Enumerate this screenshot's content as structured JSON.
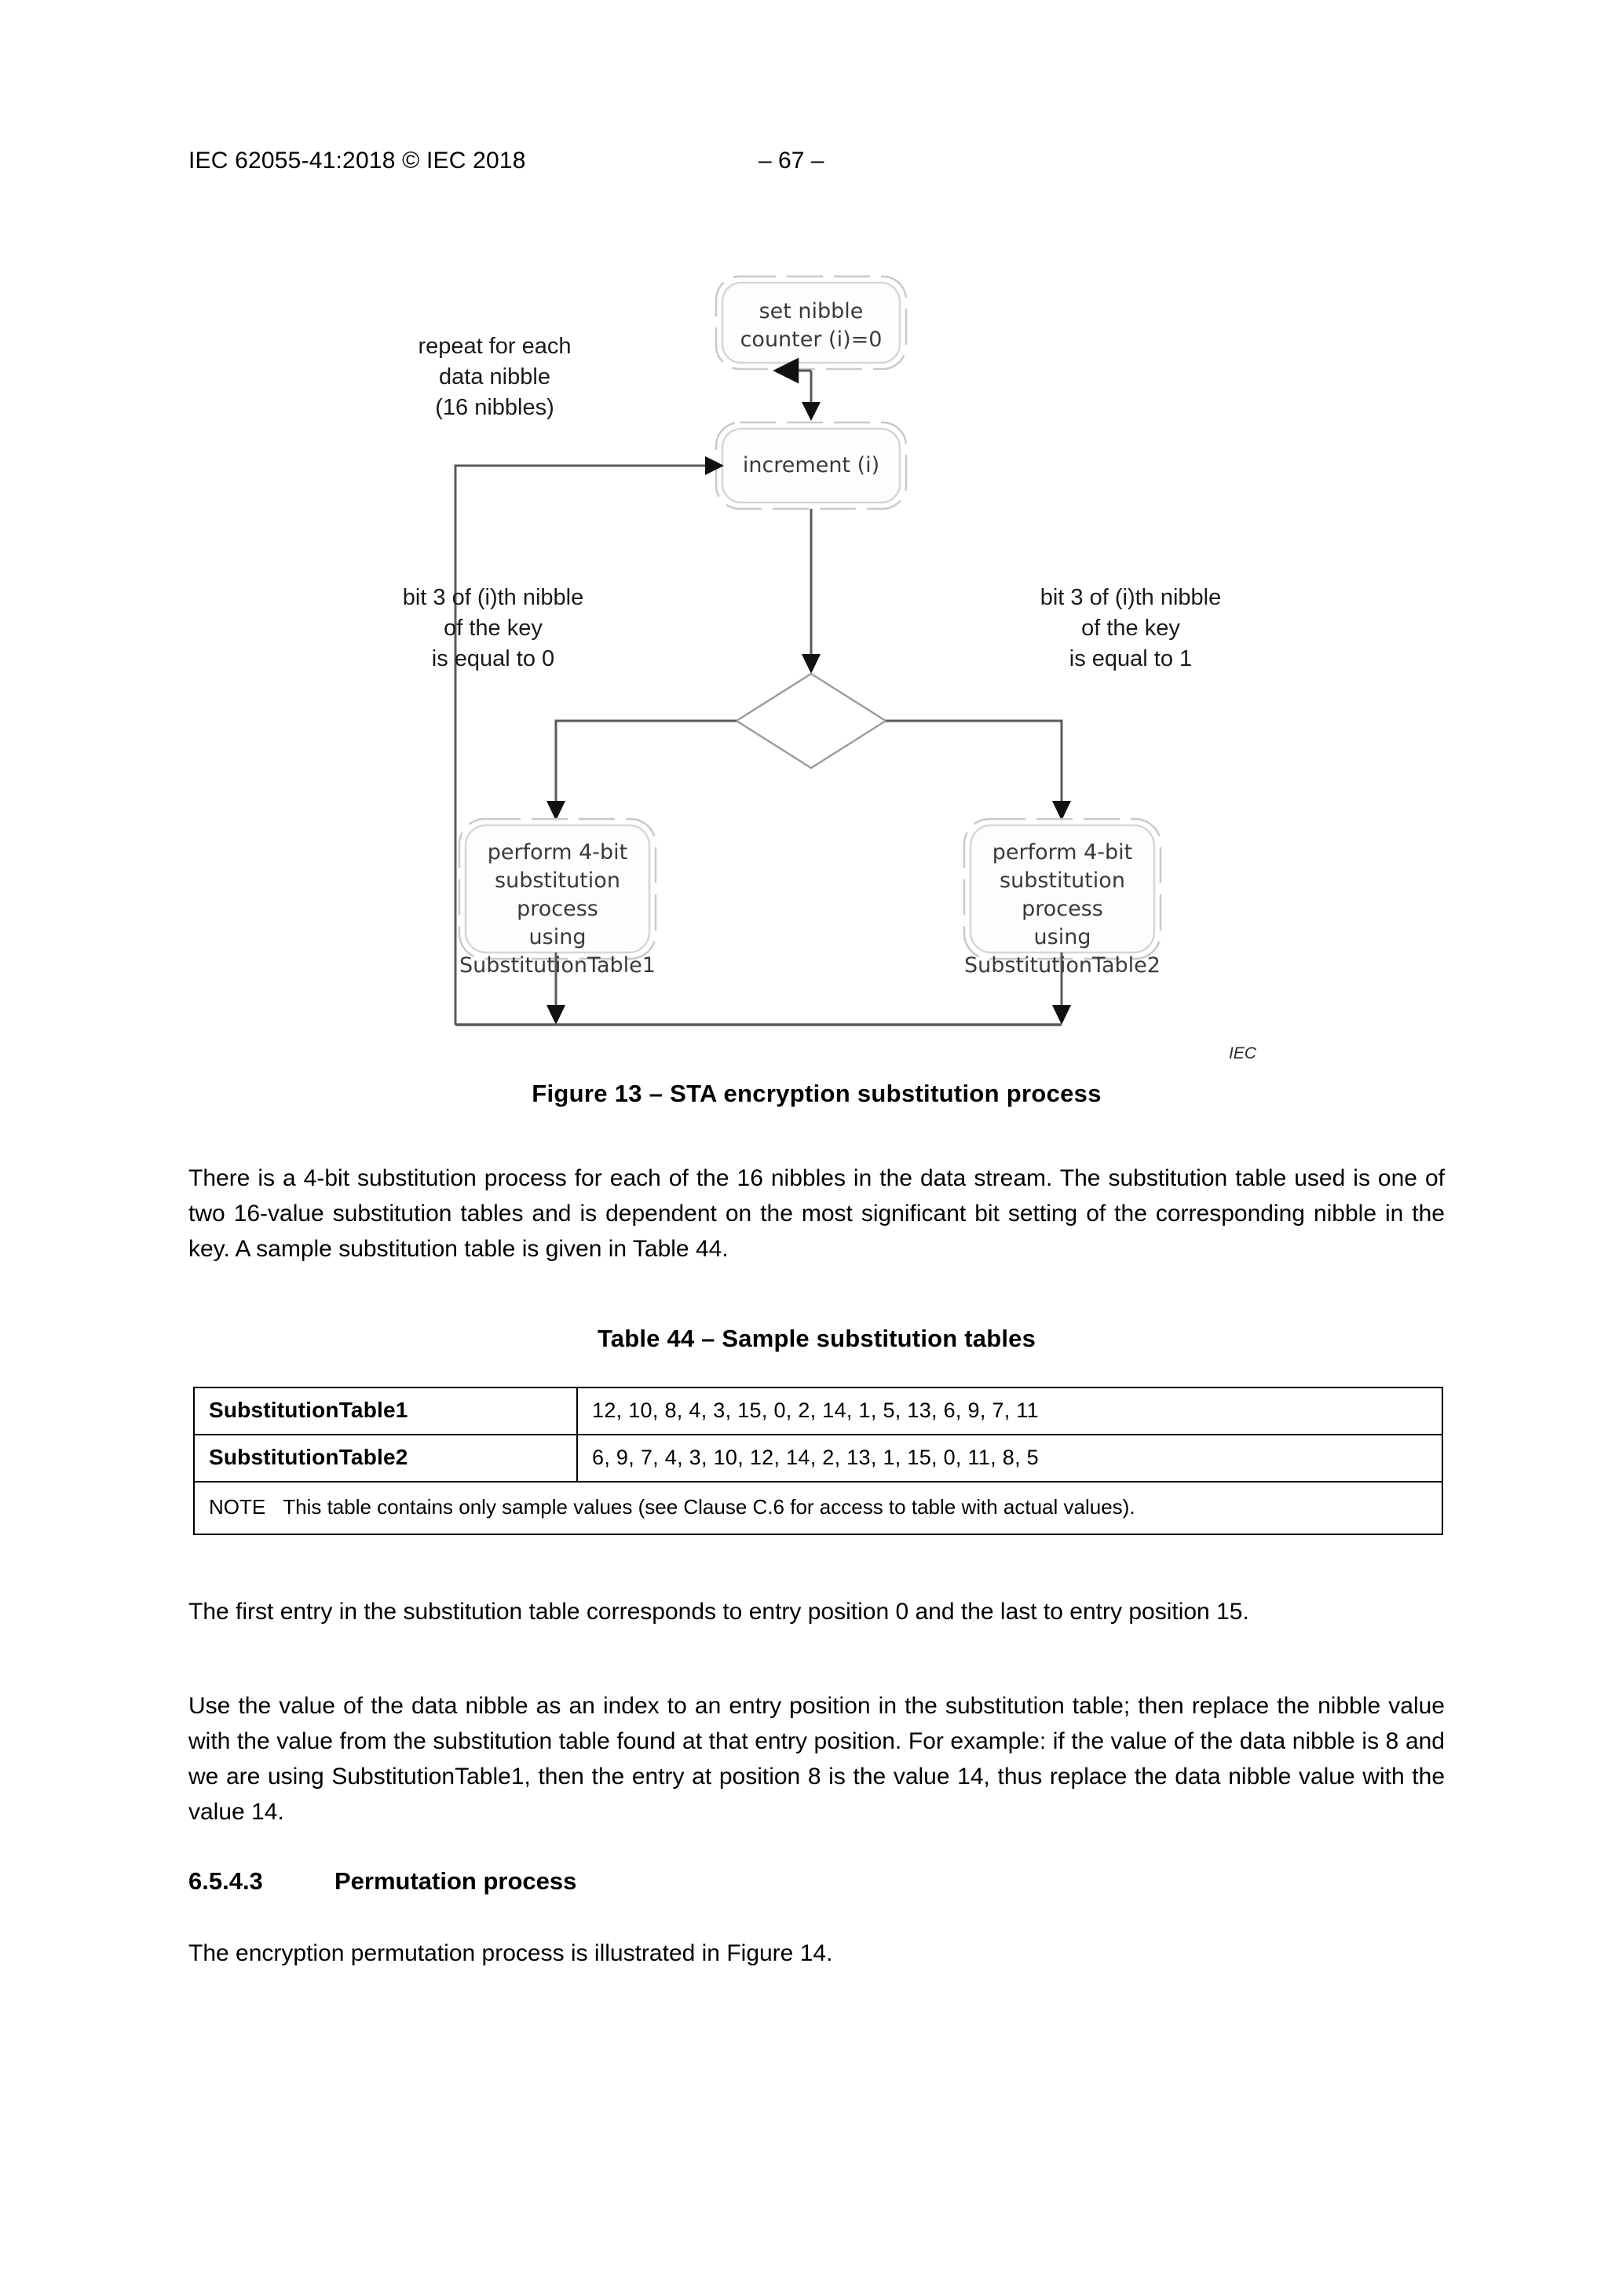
{
  "header": {
    "doc_ref": "IEC 62055-41:2018 © IEC 2018",
    "page_number": "– 67 –"
  },
  "figure": {
    "nodes": {
      "start": "set nibble\ncounter (i)=0",
      "increment": "increment (i)",
      "process_left": "perform 4-bit\nsubstitution process\nusing\nSubstitutionTable1",
      "process_right": "perform 4-bit\nsubstitution process\nusing\nSubstitutionTable2"
    },
    "labels": {
      "loop": "repeat for each\ndata nibble\n(16 nibbles)",
      "branch_left": "bit 3 of (i)th nibble\nof the key\nis equal to 0",
      "branch_right": "bit 3 of (i)th nibble\nof the key\nis equal to 1"
    },
    "source_mark": "IEC",
    "caption": "Figure 13 – STA encryption substitution process"
  },
  "body": {
    "paragraph_1": "There is a 4-bit substitution process for each of the 16 nibbles in the data stream. The substitution table used is one of two 16-value substitution tables and is dependent on the most significant bit setting of the corresponding nibble in the key. A sample substitution table is given in Table 44.",
    "paragraph_2": "The first entry in the substitution table corresponds to entry position 0 and the last to entry position 15.",
    "paragraph_3": "Use the value of the data nibble as an index to an entry position in the substitution table; then replace the nibble value with the value from the substitution table found at that entry position. For example: if the value of the data nibble is 8 and we are using SubstitutionTable1, then the entry at position 8 is the value 14, thus replace the data nibble value with the value 14.",
    "paragraph_4": "The encryption permutation process is illustrated in Figure 14."
  },
  "section": {
    "number": "6.5.4.3",
    "title": "Permutation process"
  },
  "table": {
    "caption": "Table 44 – Sample substitution tables",
    "rows": [
      {
        "key": "SubstitutionTable1",
        "value": "12, 10, 8, 4, 3, 15, 0, 2, 14, 1, 5, 13, 6, 9, 7, 11"
      },
      {
        "key": "SubstitutionTable2",
        "value": "6, 9, 7, 4, 3, 10, 12, 14, 2, 13, 1, 15, 0, 11, 8, 5"
      }
    ],
    "note_label": "NOTE",
    "note_text": "This table contains only sample values (see Clause C.6 for access to table with actual values)."
  },
  "colors": {
    "text": "#000000",
    "node_border": "#c9c9c9",
    "node_text": "#3a3a3a",
    "connector": "#4d4d4d",
    "table_border": "#000000"
  }
}
